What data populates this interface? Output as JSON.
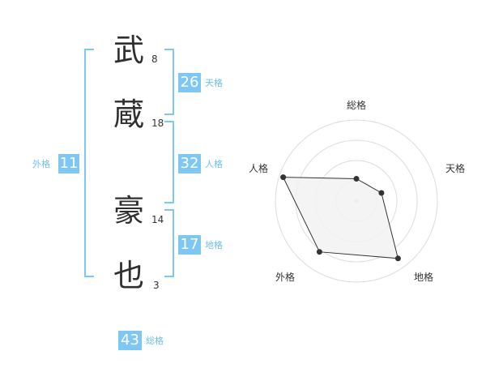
{
  "name": {
    "chars": [
      {
        "char": "武",
        "strokes": "8"
      },
      {
        "char": "蔵",
        "strokes": "18"
      },
      {
        "char": "豪",
        "strokes": "14"
      },
      {
        "char": "也",
        "strokes": "3"
      }
    ]
  },
  "kaku": {
    "tenkaku": {
      "value": "26",
      "label": "天格"
    },
    "jinkaku": {
      "value": "32",
      "label": "人格"
    },
    "chikaku": {
      "value": "17",
      "label": "地格"
    },
    "gaikaku": {
      "value": "11",
      "label": "外格"
    },
    "soukaku": {
      "value": "43",
      "label": "総格"
    }
  },
  "colors": {
    "accent": "#7dc7f2",
    "accent_text": "#6ec0ee",
    "text": "#2f2f2f",
    "grid": "#dddddd",
    "polygon_fill": "#f2f2f2",
    "polygon_stroke": "#333333"
  },
  "chart_data": {
    "type": "radar",
    "axes": [
      "総格",
      "天格",
      "地格",
      "外格",
      "人格"
    ],
    "max": 4,
    "rings": 4,
    "series": [
      {
        "values": [
          1.1,
          1.3,
          3.5,
          3.1,
          3.8
        ]
      }
    ]
  }
}
